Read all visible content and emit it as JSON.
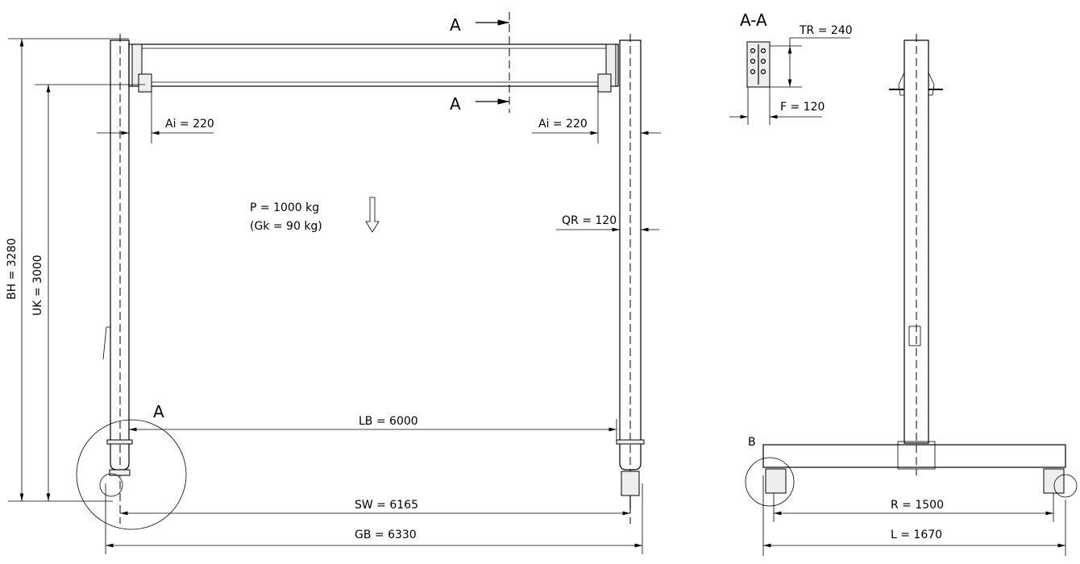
{
  "section": {
    "marker": "A",
    "title": "A-A"
  },
  "dimensions": {
    "bh": "BH = 3280",
    "uk": "UK = 3000",
    "ai_left": "Ai = 220",
    "ai_right": "Ai = 220",
    "qr": "QR = 120",
    "lb": "LB = 6000",
    "sw": "SW = 6165",
    "gb": "GB = 6330",
    "tr": "TR = 240",
    "f": "F = 120",
    "r": "R = 1500",
    "l": "L = 1670"
  },
  "load": {
    "p": "P = 1000 kg",
    "gk": "(Gk = 90 kg)"
  },
  "details": {
    "a": "A",
    "b": "B"
  }
}
